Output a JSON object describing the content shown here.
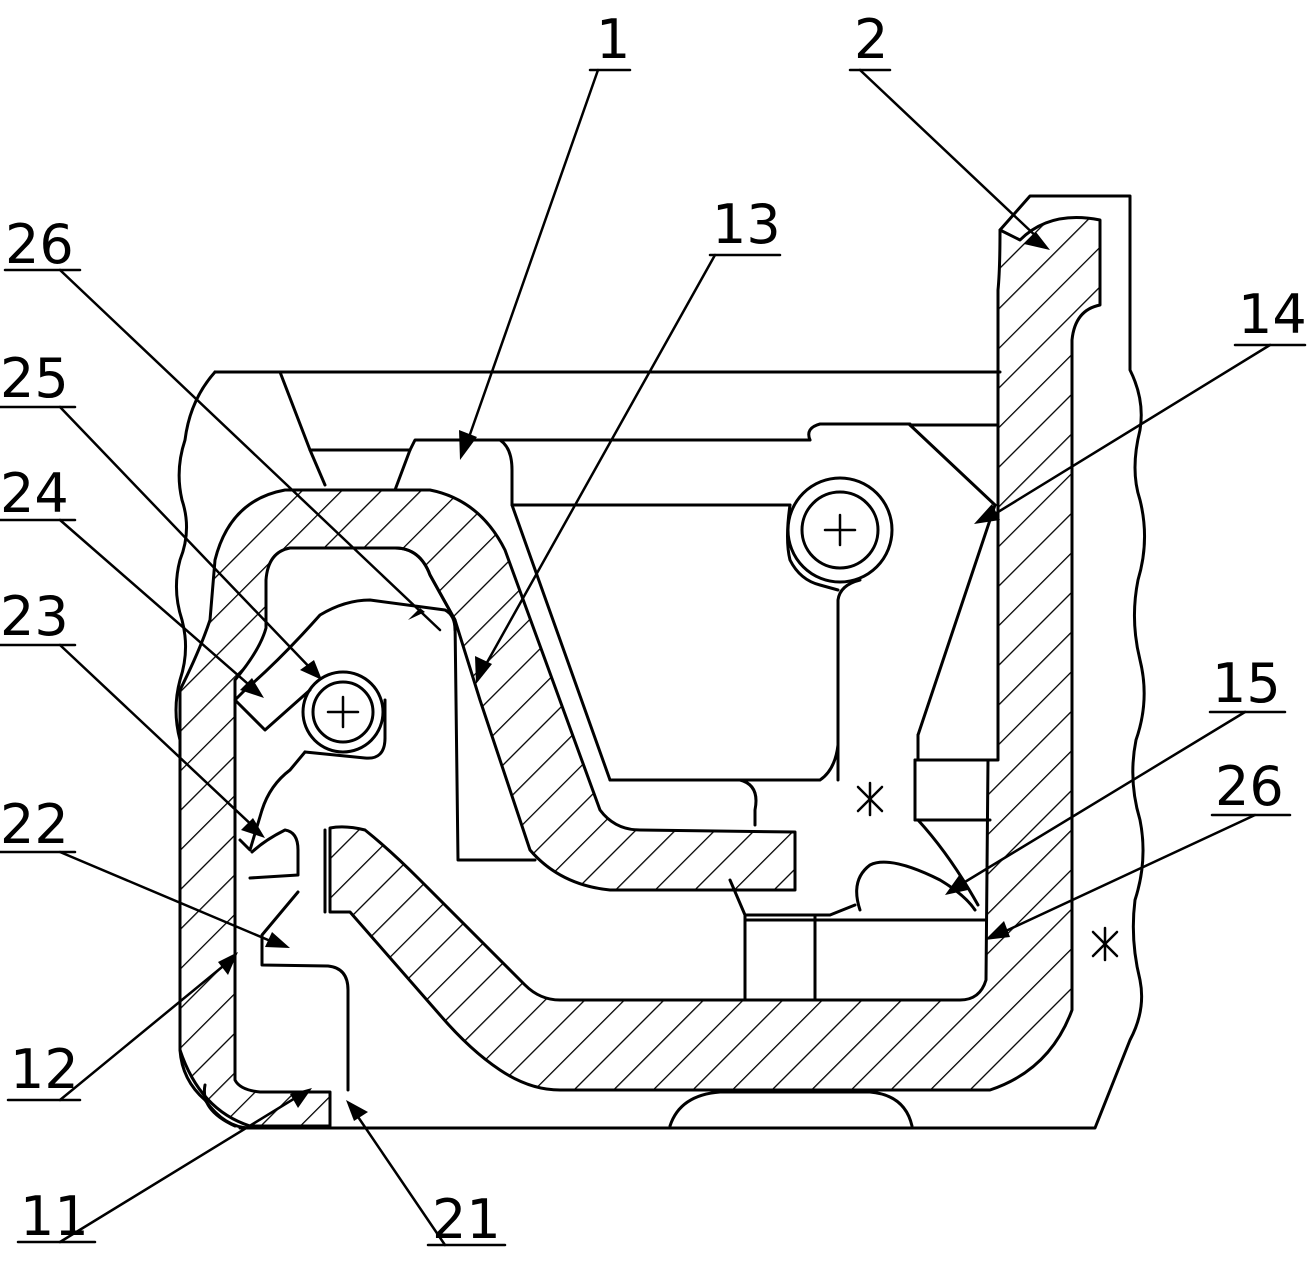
{
  "callouts": {
    "c1": "1",
    "c2": "2",
    "c13": "13",
    "c14": "14",
    "c26a": "26",
    "c25": "25",
    "c24": "24",
    "c23": "23",
    "c22": "22",
    "c12": "12",
    "c11": "11",
    "c21": "21",
    "c15": "15",
    "c26b": "26"
  },
  "colors": {
    "line": "#000000",
    "background": "#ffffff"
  },
  "icons": {
    "screw": "circle-plus-icon",
    "rivet": "cross-mark-icon"
  }
}
